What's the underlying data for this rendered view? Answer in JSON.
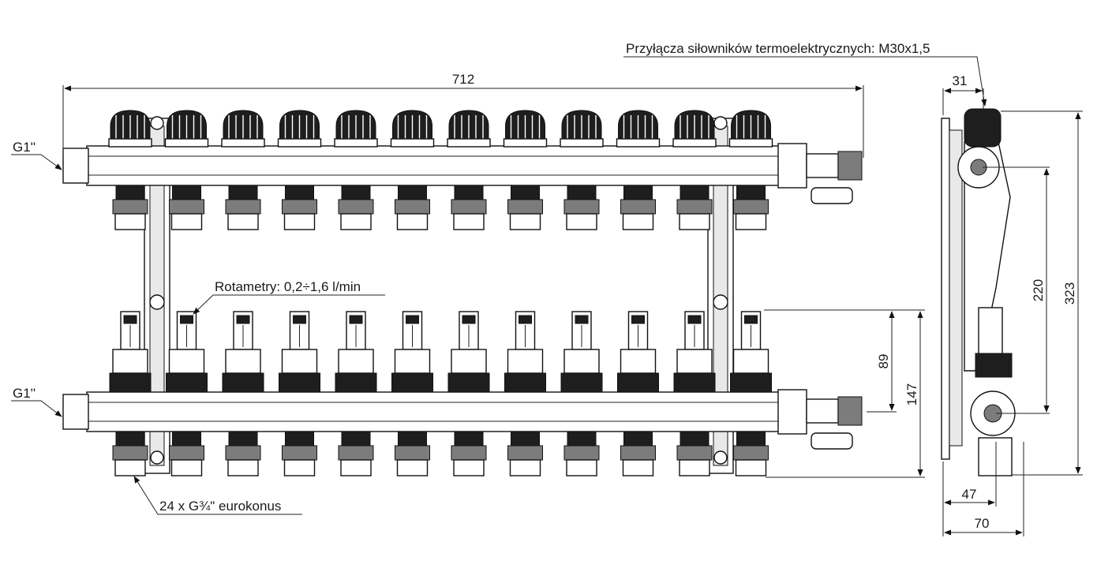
{
  "labels": {
    "thread_top": "G1''",
    "thread_bottom": "G1''",
    "actuator_note": "Przyłącza siłowników termoelektrycznych: M30x1,5",
    "rotameter_note": "Rotametry: 0,2÷1,6 l/min",
    "outlets_note": "24 x G¾\" eurokonus"
  },
  "dimensions": {
    "overall_width": "712",
    "depth_top": "31",
    "centres_distance": "220",
    "overall_height": "323",
    "rotameter_height": "89",
    "lower_height": "147",
    "depth_lower": "47",
    "depth_total": "70"
  },
  "circuits": 12
}
